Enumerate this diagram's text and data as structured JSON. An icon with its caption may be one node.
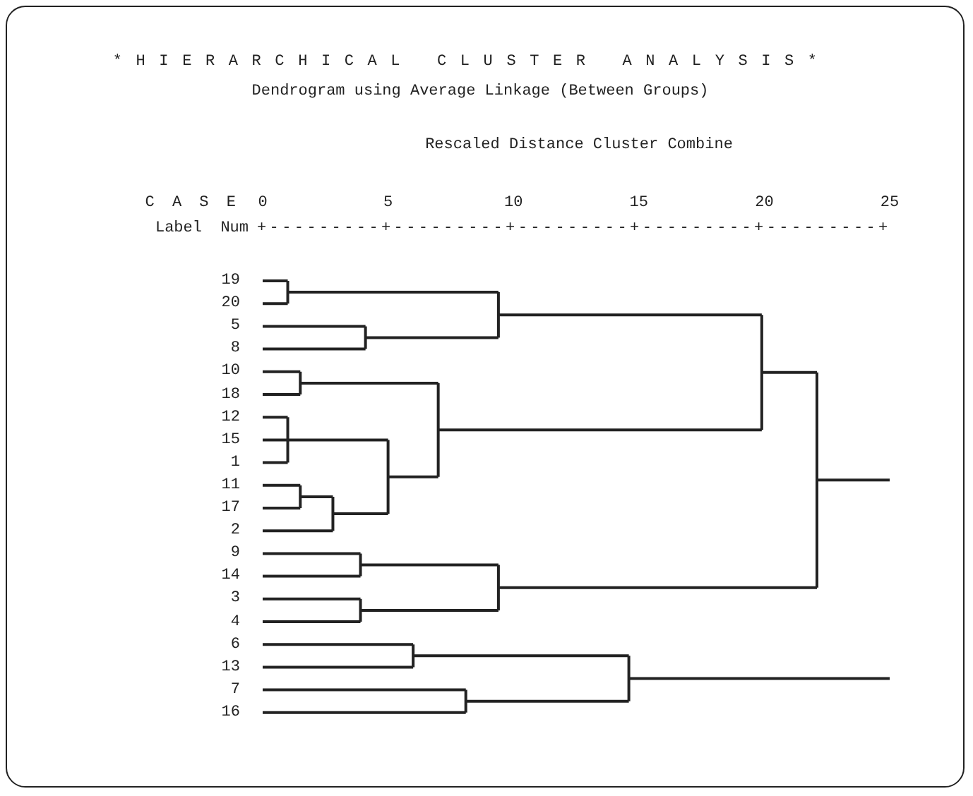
{
  "diagram": {
    "title": "* H I E R A R C H I C A L   C L U S T E R   A N A L Y S I S *",
    "labels": [
      "Dendrogram using Average Linkage (Between Groups)",
      "Rescaled Distance Cluster Combine",
      "C A S E",
      "0",
      "5",
      "10",
      "15",
      "20",
      "25",
      "Label",
      "Num",
      "+---------+---------+---------+---------+---------+",
      "19",
      "20",
      "5",
      "8",
      "10",
      "18",
      "12",
      "15",
      "1",
      "11",
      "17",
      "2",
      "9",
      "14",
      "3",
      "4",
      "6",
      "13",
      "7",
      "16"
    ]
  }
}
